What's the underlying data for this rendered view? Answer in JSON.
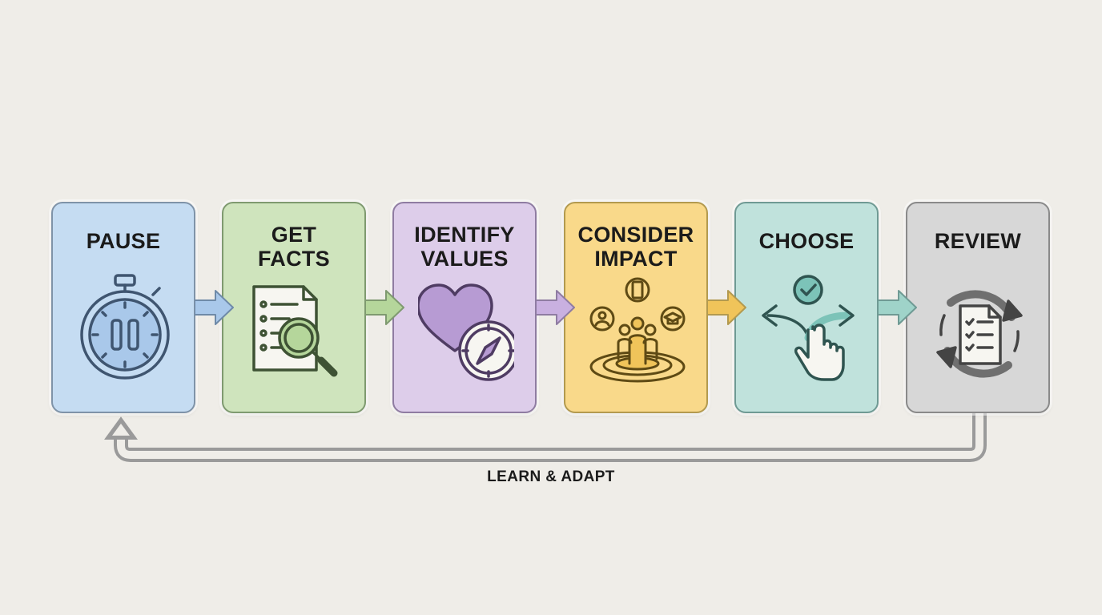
{
  "steps": [
    {
      "line1": "PAUSE",
      "line2": "",
      "icon": "stopwatch-pause-icon",
      "fill": "#c5dcf2",
      "border": "#7f93a8",
      "stroke": "#3f5570",
      "accent": "#a9c8ea"
    },
    {
      "line1": "GET",
      "line2": "FACTS",
      "icon": "document-magnifier-icon",
      "fill": "#cfe4bd",
      "border": "#7f9a70",
      "stroke": "#3e5234",
      "accent": "#b5d69b"
    },
    {
      "line1": "IDENTIFY",
      "line2": "VALUES",
      "icon": "heart-compass-icon",
      "fill": "#ddcdea",
      "border": "#8f7ca2",
      "stroke": "#4f3c63",
      "accent": "#b79bd3"
    },
    {
      "line1": "CONSIDER",
      "line2": "IMPACT",
      "icon": "people-ripple-icon",
      "fill": "#f9d98a",
      "border": "#b39a4f",
      "stroke": "#5e4a14",
      "accent": "#f0c45a"
    },
    {
      "line1": "CHOOSE",
      "line2": "",
      "icon": "fork-choice-hand-icon",
      "fill": "#c0e2dc",
      "border": "#6f9a94",
      "stroke": "#2f5450",
      "accent": "#7cc3b8"
    },
    {
      "line1": "REVIEW",
      "line2": "",
      "icon": "cycle-checklist-icon",
      "fill": "#d7d7d7",
      "border": "#8a8a8a",
      "stroke": "#444444",
      "accent": "#bdbdbd"
    }
  ],
  "connector_colors": [
    "#a9c8ea",
    "#b5d69b",
    "#c9b0e0",
    "#f0c45a",
    "#9fd3c9"
  ],
  "loop": {
    "label": "LEARN & ADAPT",
    "color": "#9a9a9a"
  }
}
